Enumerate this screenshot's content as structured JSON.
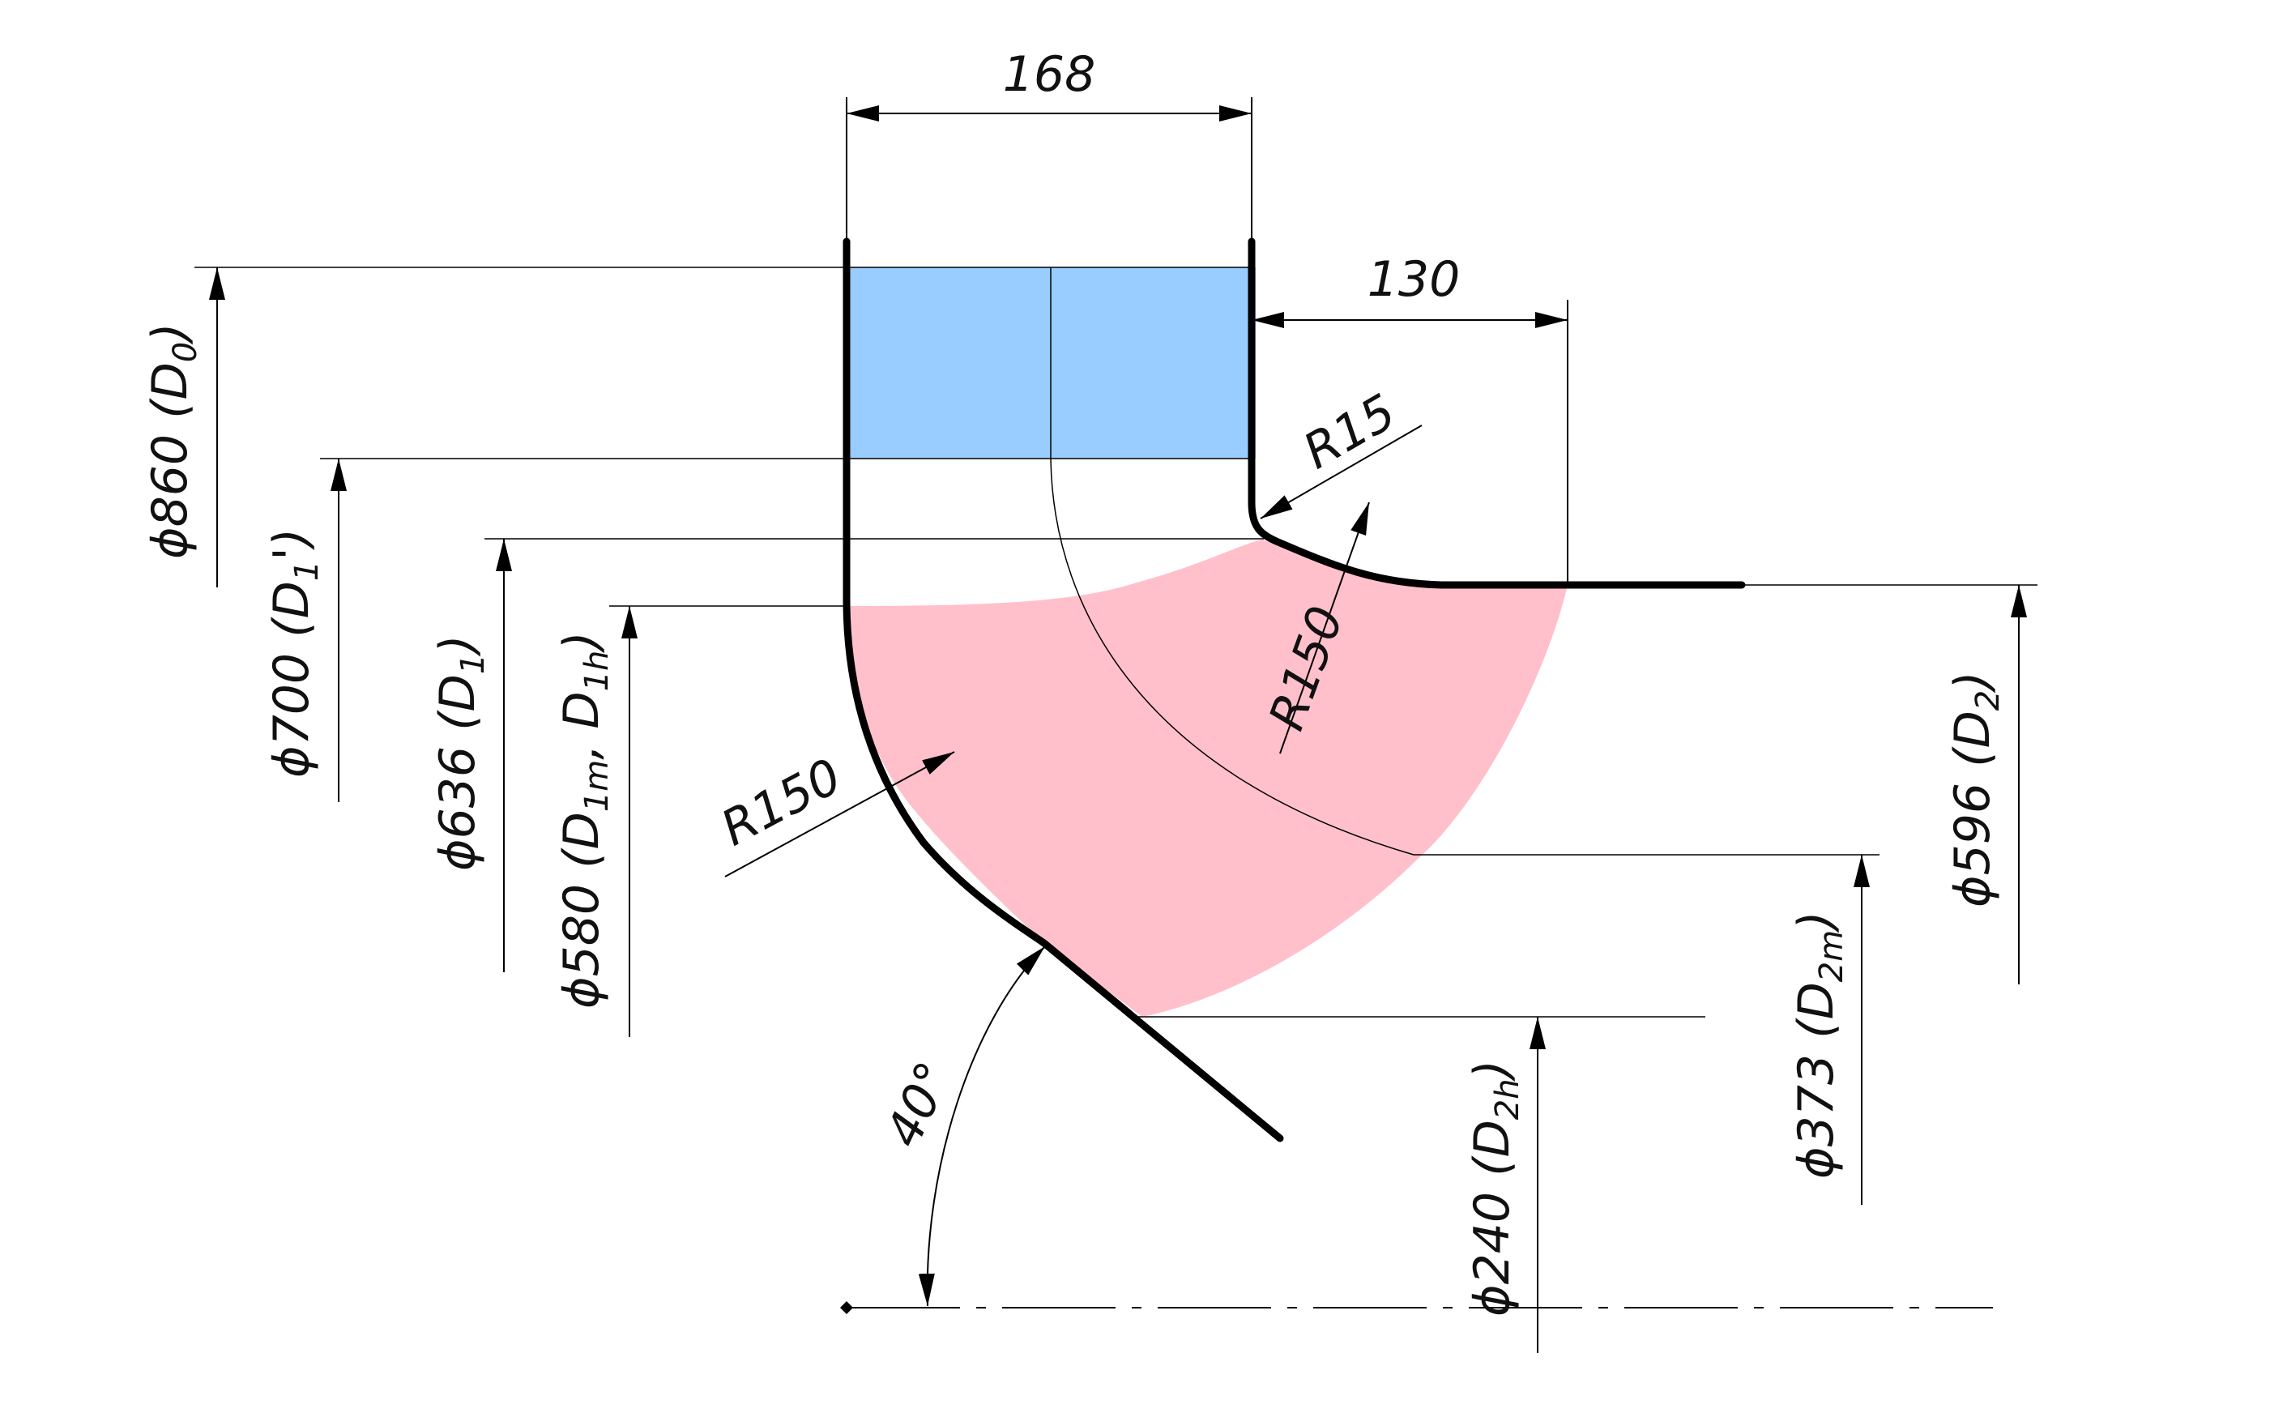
{
  "dimensions": {
    "width_168": "168",
    "width_130": "130",
    "radius_r15": "R15",
    "radius_shroud": "R150",
    "radius_hub": "R150",
    "angle": "40°",
    "d0": {
      "text": "ϕ860 (D",
      "sub": "0",
      "tail": ")"
    },
    "d1prime": {
      "text": "ϕ700 (D",
      "sub": "1",
      "tail": "')"
    },
    "d1": {
      "text": "ϕ636 (D",
      "sub": "1",
      "tail": ")"
    },
    "d1m": {
      "text": "ϕ580 (D",
      "sub": "1m",
      "mid": ", D",
      "sub2": "1h",
      "tail": ")"
    },
    "d2": {
      "text": "ϕ596 (D",
      "sub": "2",
      "tail": ")"
    },
    "d2m": {
      "text": "ϕ373 (D",
      "sub": "2m",
      "tail": ")"
    },
    "d2h": {
      "text": "ϕ240 (D",
      "sub": "2h",
      "tail": ")"
    }
  },
  "colors": {
    "inlet_region": "#99ccff",
    "blade_region": "#ffc0cb",
    "outline": "#000000"
  }
}
